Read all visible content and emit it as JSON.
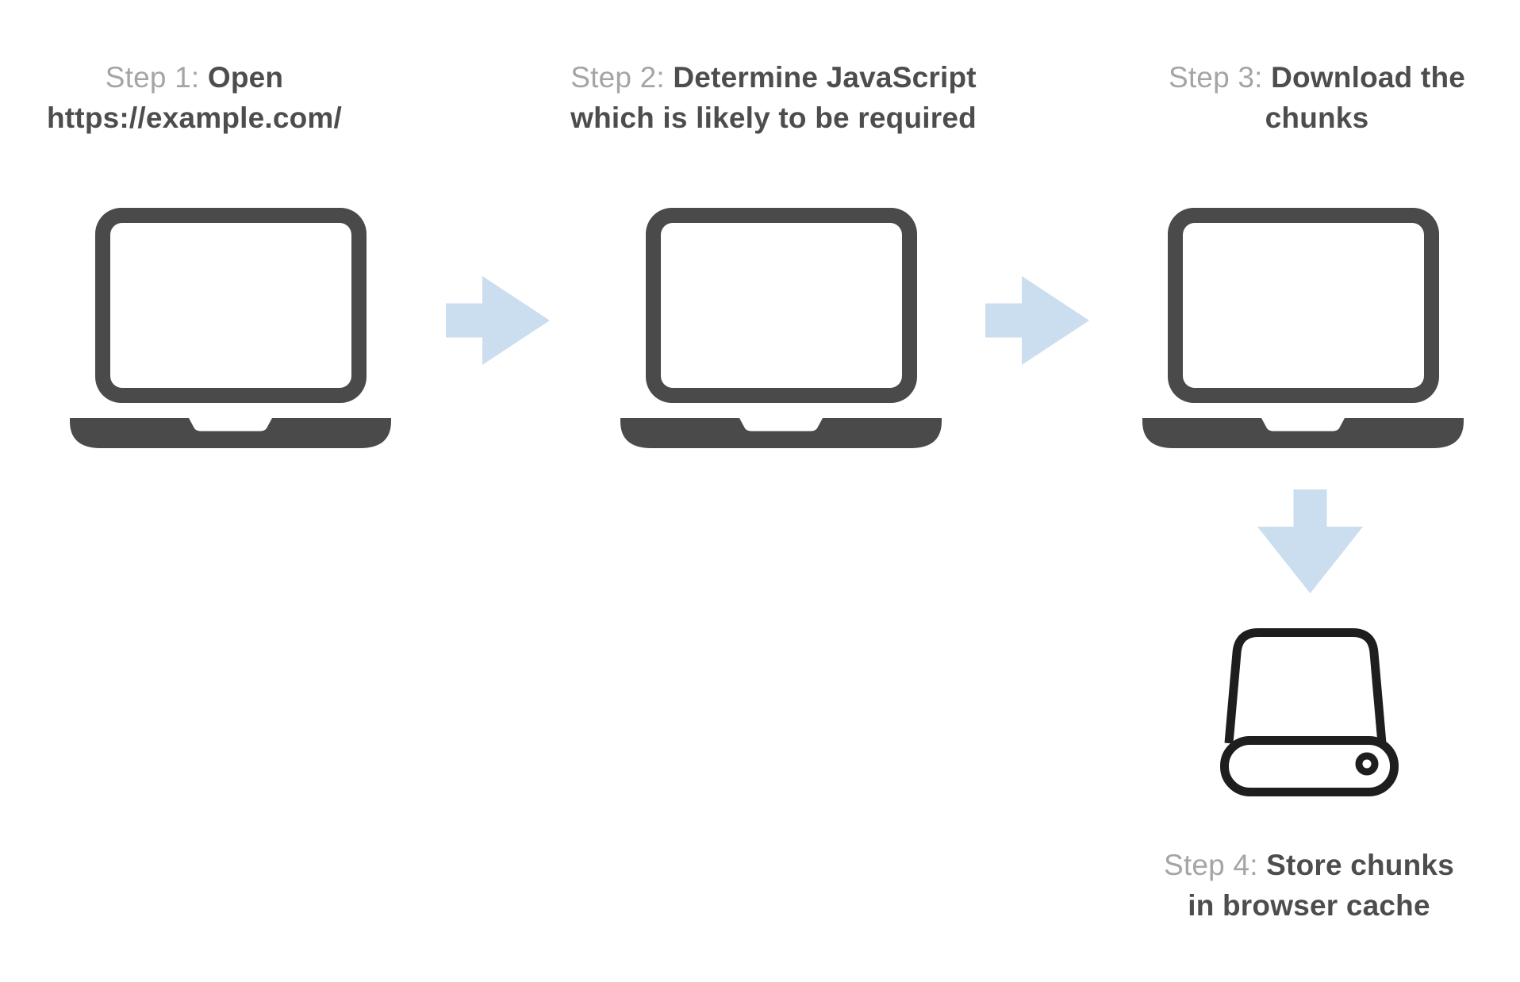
{
  "diagram": {
    "background_color": "#ffffff",
    "colors": {
      "laptop_icon": "#4a4a4a",
      "step_title_bold": "#4d4d4f",
      "step_prefix_gray": "#a5a5a7",
      "arrow_blue": "#cbdeef",
      "drive_outline": "#1e1e1e"
    },
    "steps": [
      {
        "prefix": "Step 1:",
        "title_line1": "Open",
        "title_line2": "https://example.com/",
        "icon": "laptop-icon"
      },
      {
        "prefix": "Step 2:",
        "title_line1": "Determine JavaScript",
        "title_line2": "which is likely to be required",
        "icon": "laptop-icon"
      },
      {
        "prefix": "Step 3:",
        "title_line1": "Download the",
        "title_line2": "chunks",
        "icon": "laptop-icon"
      },
      {
        "prefix": "Step 4:",
        "title_line1": "Store chunks",
        "title_line2": "in browser cache",
        "icon": "hard-drive-icon"
      }
    ],
    "connectors": [
      {
        "from_step": 1,
        "to_step": 2,
        "direction": "right"
      },
      {
        "from_step": 2,
        "to_step": 3,
        "direction": "right"
      },
      {
        "from_step": 3,
        "to_step": 4,
        "direction": "down"
      }
    ]
  }
}
